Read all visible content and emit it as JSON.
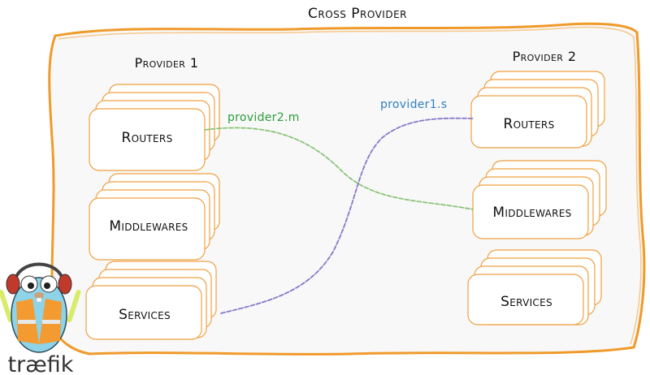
{
  "title": "Cross Provider",
  "providers": [
    {
      "label": "Provider 1",
      "items": [
        "Routers",
        "Middlewares",
        "Services"
      ]
    },
    {
      "label": "Provider 2",
      "items": [
        "Routers",
        "Middlewares",
        "Services"
      ]
    }
  ],
  "links": [
    {
      "label": "provider2.m",
      "color": "#2a9d3a",
      "line_color": "#8cc47a"
    },
    {
      "label": "provider1.s",
      "color": "#2f7fc0",
      "line_color": "#8878c8"
    }
  ],
  "brand": {
    "name": "træfik",
    "mascot": "gopher-mascot"
  },
  "colors": {
    "card_border": "#f0a041",
    "panel_border": "#f09a2a",
    "panel_fill": "#f8f8f8"
  }
}
